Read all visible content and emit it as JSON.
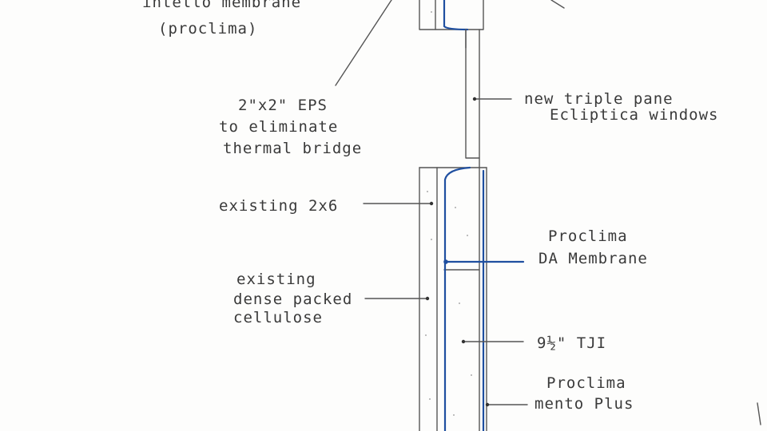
{
  "labels": {
    "intello_line1": "intello membrane",
    "intello_line2": "(proclima)",
    "eps_line1": "2\"x2\"  EPS",
    "eps_line2": "to  eliminate",
    "eps_line3": "thermal  bridge",
    "windows_line1": "new  triple  pane",
    "windows_line2": "Ecliptica  windows",
    "stud_label": "existing   2x6",
    "da_line1": "Proclima",
    "da_line2": "DA  Membrane",
    "cell_line1": "existing",
    "cell_line2": "dense  packed",
    "cell_line3": "cellulose",
    "tji_label": "9½\"  TJI",
    "mento_line1": "Proclima",
    "mento_line2": "mento  Plus"
  },
  "colors": {
    "pencil": "#555555",
    "membrane": "#1f4fa0",
    "text": "#3a3a3a"
  }
}
